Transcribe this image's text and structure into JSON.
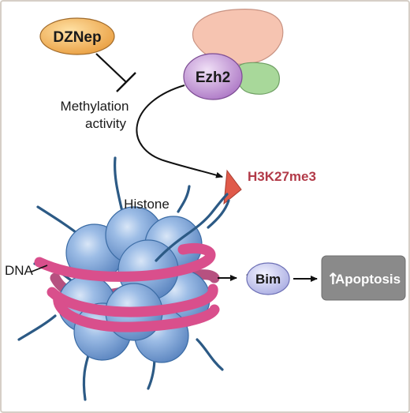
{
  "labels": {
    "drug": "DZNep",
    "enzyme": "Ezh2",
    "activity_line1": "Methylation",
    "activity_line2": "activity",
    "mark": "H3K27me3",
    "histone": "Histone",
    "dna": "DNA",
    "up_arrow": "↑",
    "gene": "Bim",
    "outcome": "Apoptosis"
  },
  "colors": {
    "frame_border": "#d6cfc7",
    "drug_fill": "#f0b35a",
    "enzyme_fill": "#c79bd6",
    "enzyme_partner_pink": "#f6c4b1",
    "enzyme_partner_green": "#a8d89a",
    "histone_fill": "#7fa6d8",
    "histone_tail": "#2c5a85",
    "dna_ribbon": "#d94f8c",
    "mark_color": "#d94646",
    "mark_text": "#b23a48",
    "gene_fill": "#c7c9ef",
    "outcome_box": "#8a8a8a",
    "arrow": "#111111"
  }
}
